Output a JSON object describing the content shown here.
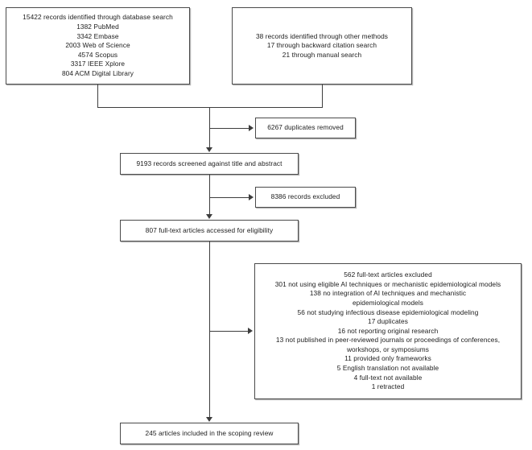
{
  "diagram": {
    "title": "PRISMA scoping review flow diagram",
    "line_color": "#3d3d3d",
    "box_border_color": "#4a4a4a",
    "background": "#ffffff"
  },
  "boxes": {
    "database_search": {
      "name": "records-identified-database-search",
      "lines": [
        "15422 records identified through database search",
        "1382 PubMed",
        "3342 Embase",
        "2003 Web of Science",
        "4574 Scopus",
        "3317 IEEE Xplore",
        "804 ACM Digital Library"
      ]
    },
    "other_methods": {
      "name": "records-identified-other-methods",
      "lines": [
        "38 records identified through other methods",
        "17 through backward citation search",
        "21 through manual search"
      ]
    },
    "duplicates_removed": {
      "name": "duplicates-removed",
      "lines": [
        "6267 duplicates removed"
      ]
    },
    "records_screened": {
      "name": "records-screened",
      "lines": [
        "9193 records screened against title and abstract"
      ]
    },
    "records_excluded": {
      "name": "records-excluded",
      "lines": [
        "8386 records excluded"
      ]
    },
    "fulltext_assessed": {
      "name": "fulltext-articles-assessed",
      "lines": [
        "807 full-text articles accessed for eligibility"
      ]
    },
    "fulltext_excluded": {
      "name": "fulltext-articles-excluded",
      "lines": [
        "562 full-text articles excluded",
        "301 not using eligible AI techniques or mechanistic epidemiological models",
        "138 no integration of AI techniques and mechanistic\nepidemiological models",
        "56 not studying infectious disease epidemiological modeling",
        "17 duplicates",
        "16 not reporting original research",
        "13 not published in peer-reviewed journals or proceedings of conferences,\nworkshops, or symposiums",
        "11 provided only frameworks",
        "5 English translation not available",
        "4 full-text not available",
        "1 retracted"
      ]
    },
    "included": {
      "name": "articles-included-scoping-review",
      "lines": [
        "245 articles included in the scoping review"
      ]
    }
  },
  "chart_data": {
    "type": "diagram",
    "subtype": "prisma-flow",
    "nodes": [
      {
        "id": "database_search",
        "label": "15422 records identified through database search",
        "value": 15422,
        "breakdown": [
          {
            "source": "PubMed",
            "count": 1382
          },
          {
            "source": "Embase",
            "count": 3342
          },
          {
            "source": "Web of Science",
            "count": 2003
          },
          {
            "source": "Scopus",
            "count": 4574
          },
          {
            "source": "IEEE Xplore",
            "count": 3317
          },
          {
            "source": "ACM Digital Library",
            "count": 804
          }
        ]
      },
      {
        "id": "other_methods",
        "label": "38 records identified through other methods",
        "value": 38,
        "breakdown": [
          {
            "source": "backward citation search",
            "count": 17
          },
          {
            "source": "manual search",
            "count": 21
          }
        ]
      },
      {
        "id": "duplicates_removed",
        "label": "6267 duplicates removed",
        "value": 6267
      },
      {
        "id": "records_screened",
        "label": "9193 records screened against title and abstract",
        "value": 9193
      },
      {
        "id": "records_excluded",
        "label": "8386 records excluded",
        "value": 8386
      },
      {
        "id": "fulltext_assessed",
        "label": "807 full-text articles accessed for eligibility",
        "value": 807
      },
      {
        "id": "fulltext_excluded",
        "label": "562 full-text articles excluded",
        "value": 562,
        "breakdown": [
          {
            "reason": "not using eligible AI techniques or mechanistic epidemiological models",
            "count": 301
          },
          {
            "reason": "no integration of AI techniques and mechanistic epidemiological models",
            "count": 138
          },
          {
            "reason": "not studying infectious disease epidemiological modeling",
            "count": 56
          },
          {
            "reason": "duplicates",
            "count": 17
          },
          {
            "reason": "not reporting original research",
            "count": 16
          },
          {
            "reason": "not published in peer-reviewed journals or proceedings of conferences, workshops, or symposiums",
            "count": 13
          },
          {
            "reason": "provided only frameworks",
            "count": 11
          },
          {
            "reason": "English translation not available",
            "count": 5
          },
          {
            "reason": "full-text not available",
            "count": 4
          },
          {
            "reason": "retracted",
            "count": 1
          }
        ]
      },
      {
        "id": "included",
        "label": "245 articles included in the scoping review",
        "value": 245
      }
    ],
    "edges": [
      {
        "from": "database_search",
        "to": "records_screened",
        "style": "elbow-merge"
      },
      {
        "from": "other_methods",
        "to": "records_screened",
        "style": "elbow-merge"
      },
      {
        "from": "records_screened",
        "to": "duplicates_removed",
        "style": "branch-right"
      },
      {
        "from": "records_screened",
        "to": "fulltext_assessed",
        "style": "straight-down"
      },
      {
        "from": "records_screened",
        "to": "records_excluded",
        "style": "branch-right"
      },
      {
        "from": "fulltext_assessed",
        "to": "fulltext_excluded",
        "style": "branch-right"
      },
      {
        "from": "fulltext_assessed",
        "to": "included",
        "style": "straight-down"
      }
    ]
  }
}
